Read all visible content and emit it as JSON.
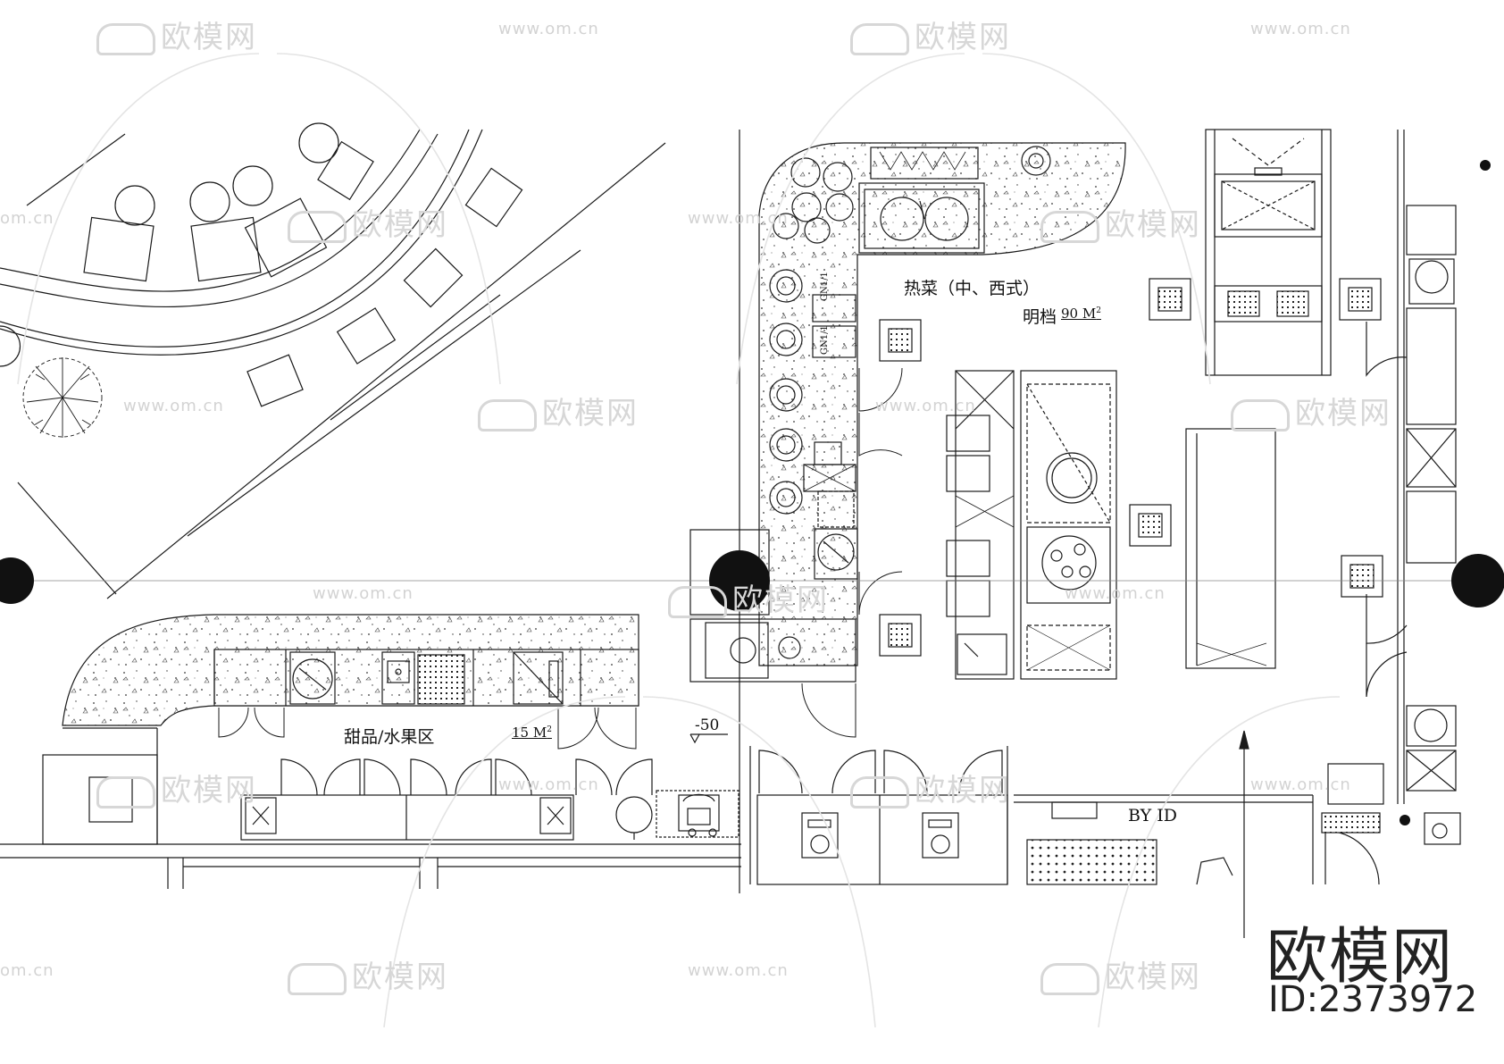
{
  "labels": {
    "hot_dish": "热菜（中、西式）",
    "open_kitchen": "明档",
    "hot_area": "90 M",
    "hot_area_sup": "2",
    "dessert": "甜品/水果区",
    "dessert_area": "15 M",
    "dessert_area_sup": "2",
    "level": "-50",
    "by_id": "BY ID",
    "gn1": "GN1/1",
    "gn2": "GN1/1"
  },
  "watermark": {
    "logo_text": "欧模网",
    "url_text": "www.om.cn",
    "url_short": "om.cn"
  },
  "brand": {
    "name": "欧模网",
    "id": "ID:2373972"
  },
  "colors": {
    "line": "#1a1a1a",
    "watermark": "#d7d7d7",
    "column": "#111111"
  }
}
